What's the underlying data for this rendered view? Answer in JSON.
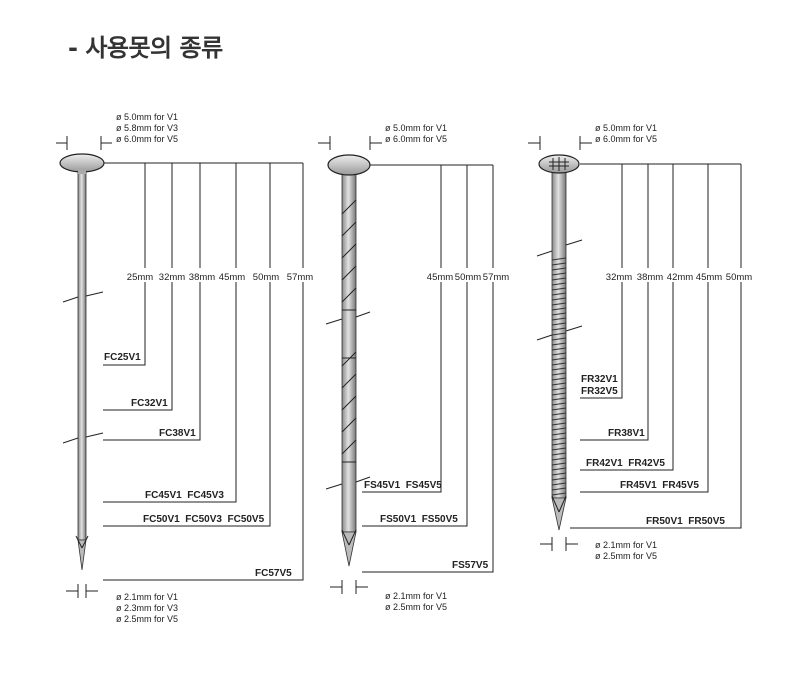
{
  "title": "- 사용못의 종류",
  "symbols": {
    "diameter": "ø"
  },
  "nail_fc": {
    "head_diameters": [
      "5.0mm for V1",
      "5.8mm for V3",
      "6.0mm for V5"
    ],
    "lengths": [
      "25mm",
      "32mm",
      "38mm",
      "45mm",
      "50mm",
      "57mm"
    ],
    "models": [
      "FC25V1",
      "FC32V1",
      "FC38V1",
      "FC45V1  FC45V3",
      "FC50V1  FC50V3  FC50V5",
      "FC57V5"
    ],
    "shank_diameters": [
      "2.1mm for V1",
      "2.3mm for V3",
      "2.5mm for V5"
    ]
  },
  "nail_fs": {
    "head_diameters": [
      "5.0mm for V1",
      "6.0mm for V5"
    ],
    "lengths": [
      "45mm",
      "50mm",
      "57mm"
    ],
    "models": [
      "FS45V1  FS45V5",
      "FS50V1  FS50V5",
      "FS57V5"
    ],
    "shank_diameters": [
      "2.1mm for V1",
      "2.5mm for V5"
    ]
  },
  "nail_fr": {
    "head_diameters": [
      "5.0mm for V1",
      "6.0mm for V5"
    ],
    "lengths": [
      "32mm",
      "38mm",
      "42mm",
      "45mm",
      "50mm"
    ],
    "models": [
      "FR32V1",
      "FR32V5",
      "FR38V1",
      "FR42V1  FR42V5",
      "FR45V1  FR45V5",
      "FR50V1  FR50V5"
    ],
    "shank_diameters": [
      "2.1mm for V1",
      "2.5mm for V5"
    ]
  }
}
